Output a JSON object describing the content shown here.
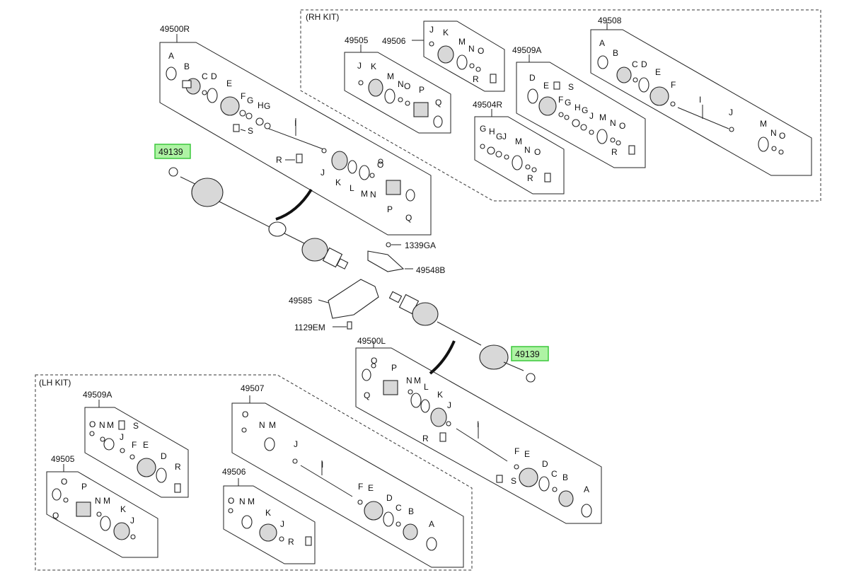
{
  "kits": {
    "rh_title": "(RH KIT)",
    "lh_title": "(LH KIT)"
  },
  "colors": {
    "highlight_fill": "#aef3a4",
    "highlight_stroke": "#3cc83c",
    "ink": "#222222"
  },
  "hotspots": {
    "nut_top": "49139",
    "nut_bottom": "49139"
  },
  "assemblies": {
    "rh_shaft": "49500R",
    "lh_shaft": "49500L",
    "rh_kit_49505": "49505",
    "rh_kit_49506": "49506",
    "rh_kit_49509A": "49509A",
    "rh_kit_49504R": "49504R",
    "rh_kit_49508": "49508",
    "lh_kit_49509A": "49509A",
    "lh_kit_49505": "49505",
    "lh_kit_49507": "49507",
    "lh_kit_49506": "49506"
  },
  "misc_parts": {
    "bracket_bolt": "1339GA",
    "bracket": "49548B",
    "heat_protector": "49585",
    "protector_bolt": "1129EM"
  },
  "letters": {
    "A": "A",
    "B": "B",
    "C": "C",
    "D": "D",
    "E": "E",
    "F": "F",
    "G": "G",
    "H": "H",
    "I": "I",
    "J": "J",
    "K": "K",
    "L": "L",
    "M": "M",
    "N": "N",
    "O": "O",
    "P": "P",
    "Q": "Q",
    "R": "R",
    "S": "S"
  }
}
